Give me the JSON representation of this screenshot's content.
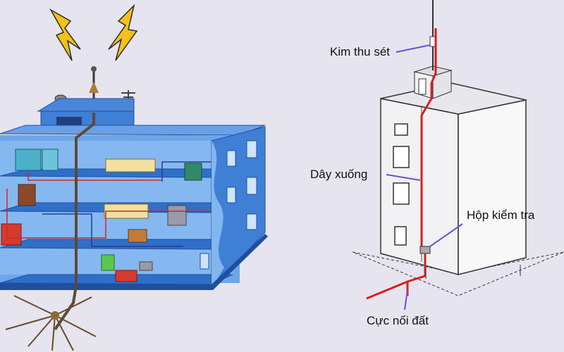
{
  "labels": {
    "air_terminal": "Kim thu sét",
    "down_conductor": "Dây xuống",
    "test_box": "Hộp kiểm tra",
    "earth_terminal": "Cực nối đất"
  },
  "colors": {
    "background": "#e6e4ee",
    "building_blue": "#3f7fd6",
    "building_dark": "#1f4f9e",
    "conductor_red": "#d42020",
    "pointer_purple": "#6a4fd8",
    "lightning_yellow": "#f2c21a"
  },
  "icons": [
    "lightning-bolt-icon",
    "lightning-bolt-icon"
  ]
}
